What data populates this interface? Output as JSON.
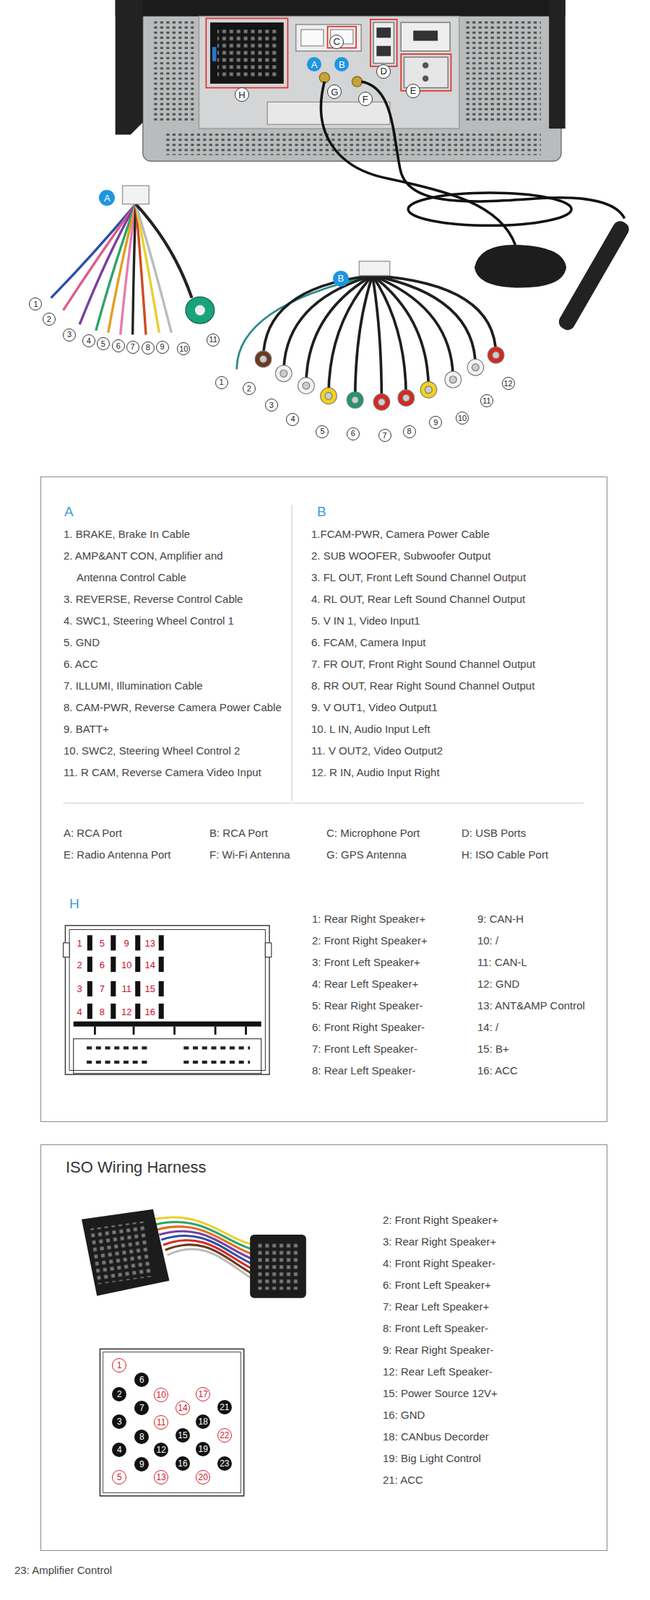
{
  "diagram": {
    "nodes": [
      {
        "text": [
          "A",
          "B",
          "H"
        ]
      },
      {
        "text": [
          "ISO Wiring Harness"
        ]
      }
    ],
    "labels": [
      "A",
      "B",
      "C",
      "D",
      "E",
      "F",
      "G",
      "H",
      "A",
      "1",
      "2",
      "3",
      "4",
      "5",
      "6",
      "7",
      "8",
      "9",
      "10",
      "11",
      "B",
      "1",
      "2",
      "3",
      "4",
      "5",
      "6",
      "7",
      "8",
      "9",
      "10",
      "11",
      "12",
      "1. BRAKE, Brake In Cable",
      "2. AMP&ANT CON, Amplifier and Antenna Control Cable",
      "3. REVERSE, Reverse Control Cable",
      "4. SWC1, Steering Wheel Control 1",
      "5. GND",
      "6. ACC",
      "7. ILLUMI, Illumination Cable",
      "8. CAM-PWR, Reverse Camera Power Cable",
      "9. BATT+",
      "10. SWC2, Steering Wheel Control 2",
      "11. R CAM, Reverse Camera Video Input",
      "1.FCAM-PWR, Camera Power Cable",
      "2. SUB WOOFER, Subwoofer Output",
      "3. FL OUT, Front Left Sound Channel Output",
      "4. RL OUT, Rear Left Sound Channel Output",
      "5. V IN 1, Video Input1",
      "6. FCAM, Camera Input",
      "7. FR OUT, Front Right Sound Channel Output",
      "8. RR OUT, Rear Right Sound Channel Output",
      "9. V OUT1, Video Output1",
      "10. L IN, Audio Input Left",
      "11. V OUT2, Video Output2",
      "12. R IN, Audio Input Right",
      "A: RCA Port",
      "B: RCA Port",
      "C: Microphone Port",
      "D: USB Ports",
      "E: Radio Antenna Port",
      "F: Wi-Fi Antenna",
      "G: GPS Antenna",
      "H: ISO Cable Port",
      "1",
      "2",
      "3",
      "4",
      "5",
      "6",
      "7",
      "8",
      "9",
      "10",
      "11",
      "12",
      "13",
      "14",
      "15",
      "16",
      "1: Rear Right Speaker+",
      "2: Front Right Speaker+",
      "3: Front Left Speaker+",
      "4: Rear Left Speaker+",
      "5: Rear Right Speaker-",
      "6: Front Right Speaker-",
      "7: Front Left Speaker-",
      "8: Rear Left Speaker-",
      "9: CAN-H",
      "10: /",
      "11: CAN-L",
      "12: GND",
      "13: ANT&AMP Control",
      "14: /",
      "15: B+",
      "16: ACC",
      "1",
      "2",
      "3",
      "4",
      "5",
      "6",
      "7",
      "8",
      "9",
      "10",
      "11",
      "12",
      "13",
      "14",
      "15",
      "16",
      "17",
      "18",
      "19",
      "20",
      "21",
      "22",
      "23",
      "2: Front Right Speaker+",
      "3: Rear Right Speaker+",
      "4: Front Right Speaker-",
      "6: Front Left Speaker+",
      "7: Rear Left Speaker+",
      "8: Front Left Speaker-",
      "9: Rear Right Speaker-",
      "12: Rear Left Speaker-",
      "15: Power Source 12V+",
      "16: GND",
      "18: CANbus Decorder",
      "19: Big Light Control",
      "21: ACC",
      "23: Amplifier Control"
    ]
  }
}
